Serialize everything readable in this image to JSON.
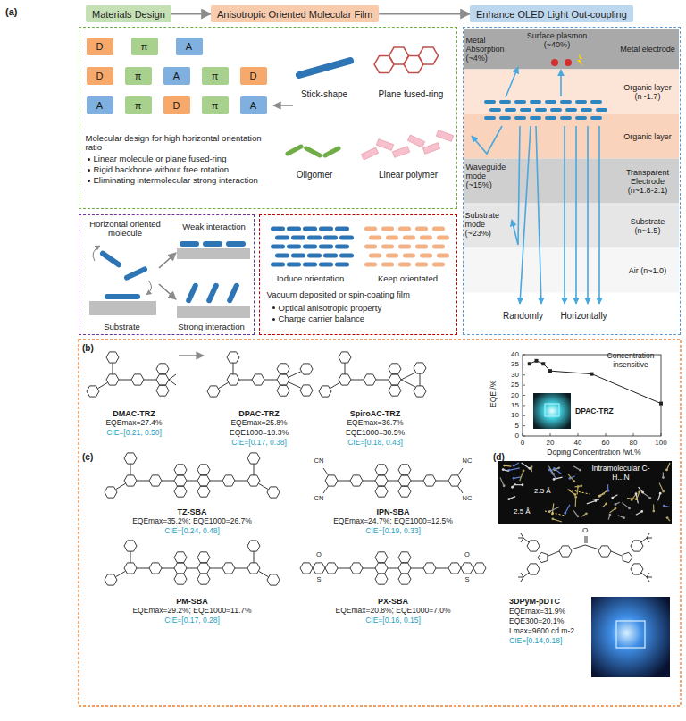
{
  "diagram": {
    "nodes": [
      {
        "text": [
          "Materials Design"
        ]
      },
      {
        "text": [
          "Anisotropic Oriented Molecular Film"
        ]
      },
      {
        "text": [
          "Enhance OLED Light Out-coupling"
        ]
      },
      {
        "text": [
          "Molecular design for high horizontal orientation ratio",
          "Linear molecule or plane fused-ring",
          "Rigid backbone without free rotation",
          "Eliminating intermolecular strong interaction"
        ]
      },
      {
        "text": [
          "D"
        ],
        "in": 3
      },
      {
        "text": [
          "π"
        ],
        "in": 3
      },
      {
        "text": [
          "A"
        ],
        "in": 3
      },
      {
        "text": [
          "D"
        ],
        "in": 3
      },
      {
        "text": [
          "π"
        ],
        "in": 3
      },
      {
        "text": [
          "A"
        ],
        "in": 3
      },
      {
        "text": [
          "π"
        ],
        "in": 3
      },
      {
        "text": [
          "D"
        ],
        "in": 3
      },
      {
        "text": [
          "A"
        ],
        "in": 3
      },
      {
        "text": [
          "π"
        ],
        "in": 3
      },
      {
        "text": [
          "D"
        ],
        "in": 3
      },
      {
        "text": [
          "π"
        ],
        "in": 3
      },
      {
        "text": [
          "A"
        ],
        "in": 3
      },
      {
        "text": [
          "Horizontal oriented molecule",
          "Weak interaction",
          "Substrate",
          "Strong interaction"
        ]
      },
      {
        "text": [
          "Induce orientation",
          "Keep orientated",
          "Vacuum deposited or spin-coating film",
          "Optical anisotropic property",
          "Charge carrier balance"
        ]
      },
      {
        "text": [
          "Metal Absorption (~4%)",
          "Surface plasmon (~40%)",
          "Waveguide mode (~15%)",
          "Substrate mode (~23%)",
          "Randomly",
          "Horizontally"
        ]
      },
      {
        "text": [
          "Metal electrode"
        ],
        "in": 19
      },
      {
        "text": [
          "Organic layer (n~1.7)"
        ],
        "in": 19
      },
      {
        "text": [
          "Organic layer"
        ],
        "in": 19
      },
      {
        "text": [
          "Transparent Electrode (n~1.8-2.1)"
        ],
        "in": 19
      },
      {
        "text": [
          "Substrate (n~1.5)"
        ],
        "in": 19
      },
      {
        "text": [
          "Air (n~1.0)"
        ],
        "in": 19
      }
    ],
    "edges": [
      {
        "from": 0,
        "to": 1,
        "arrow": "to"
      },
      {
        "from": 1,
        "to": 2,
        "arrow": "to"
      }
    ],
    "labels": [
      "(a)",
      "Stick-shape",
      "Plane fused-ring",
      "Oligomer",
      "Linear polymer",
      "(b)",
      "DMAC-TRZ",
      "EQEmax=27.4%",
      "CIE=[0.21, 0.50]",
      "DPAC-TRZ",
      "EQEmax=25.8%",
      "EQE1000=18.3%",
      "CIE=[0.17, 0.38]",
      "SpiroAC-TRZ",
      "EQEmax=36.7%",
      "EQE1000=30.5%",
      "CIE=[0.18, 0.43]",
      "40",
      "35",
      "30",
      "25",
      "20",
      "15",
      "10",
      "5",
      "0",
      "0",
      "20",
      "40",
      "60",
      "80",
      "100",
      "EQE /%",
      "Doping Concentration /wt.%",
      "Concentration insensitive",
      "DPAC-TRZ",
      "(c)",
      "TZ-SBA",
      "EQEmax=35.2%; EQE1000=26.7%",
      "CIE=[0.24, 0.48]",
      "IPN-SBA",
      "EQEmax=24.7%; EQE1000=12.5%",
      "CIE=[0.19, 0.33]",
      "PM-SBA",
      "EQEmax=29.2%; EQE1000=11.7%",
      "CIE=[0.17, 0.28]",
      "PX-SBA",
      "EQEmax=20.8%; EQE1000=7.0%",
      "CIE=[0.16, 0.15]",
      "(d)",
      "Intramolecular C-H...N",
      "2.5 Å",
      "2.5 Å",
      "3DPyM-pDTC",
      "EQEmax=31.9%",
      "EQE300=20.1%",
      "Lmax=9600 cd m-2",
      "CIE=[0.14,0.18]",
      "CN",
      "CN",
      "NC",
      "NC",
      "O",
      "O",
      "S",
      "O",
      "S"
    ]
  }
}
